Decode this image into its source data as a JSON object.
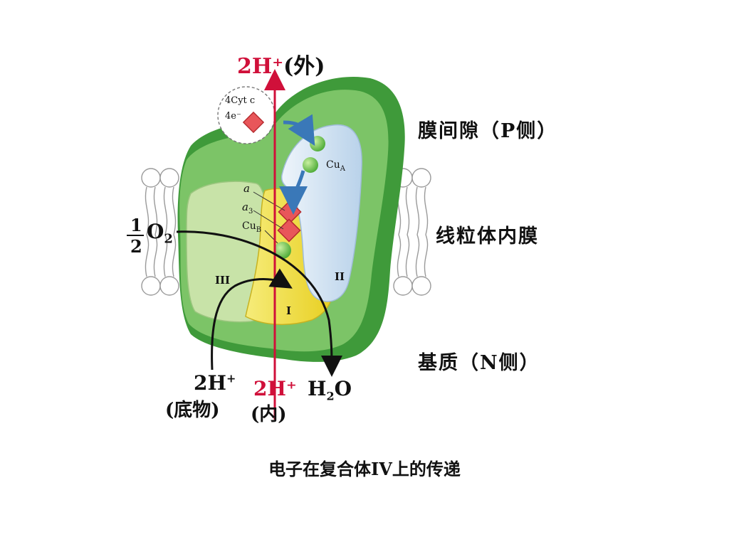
{
  "labels": {
    "top_proton": "2H⁺",
    "top_proton_loc": "(外)",
    "cyt_c": "4Cyt c",
    "electrons": "4e⁻",
    "cu_a": "Cu",
    "cu_a_sub": "A",
    "heme_a": "a",
    "heme_a3": "a",
    "heme_a3_sub": "3",
    "cu_b": "Cu",
    "cu_b_sub": "B",
    "subunit_3": "III",
    "subunit_2": "II",
    "subunit_1": "I",
    "o2_numerator": "1",
    "o2_denominator": "2",
    "o2": "O",
    "o2_sub": "2",
    "substrate_proton": "2H",
    "substrate_proton_sup": "+",
    "substrate_loc": "(底物)",
    "bottom_proton": "2H⁺",
    "bottom_proton_loc": "(内)",
    "water": "H",
    "water_sub": "2",
    "water_o": "O"
  },
  "regions": {
    "p_side": "膜间隙（P侧）",
    "membrane": "线粒体内膜",
    "n_side": "基质（N侧）"
  },
  "caption": "电子在复合体IV上的传递",
  "colors": {
    "outer_green": "#3f9a3a",
    "mid_green": "#7cc467",
    "light_green": "#c8e3a8",
    "blue_subunit": "#d6e6f4",
    "yellow_subunit": "#f3e24a",
    "proton_red": "#d0103a",
    "heme_red": "#e8565a"
  }
}
